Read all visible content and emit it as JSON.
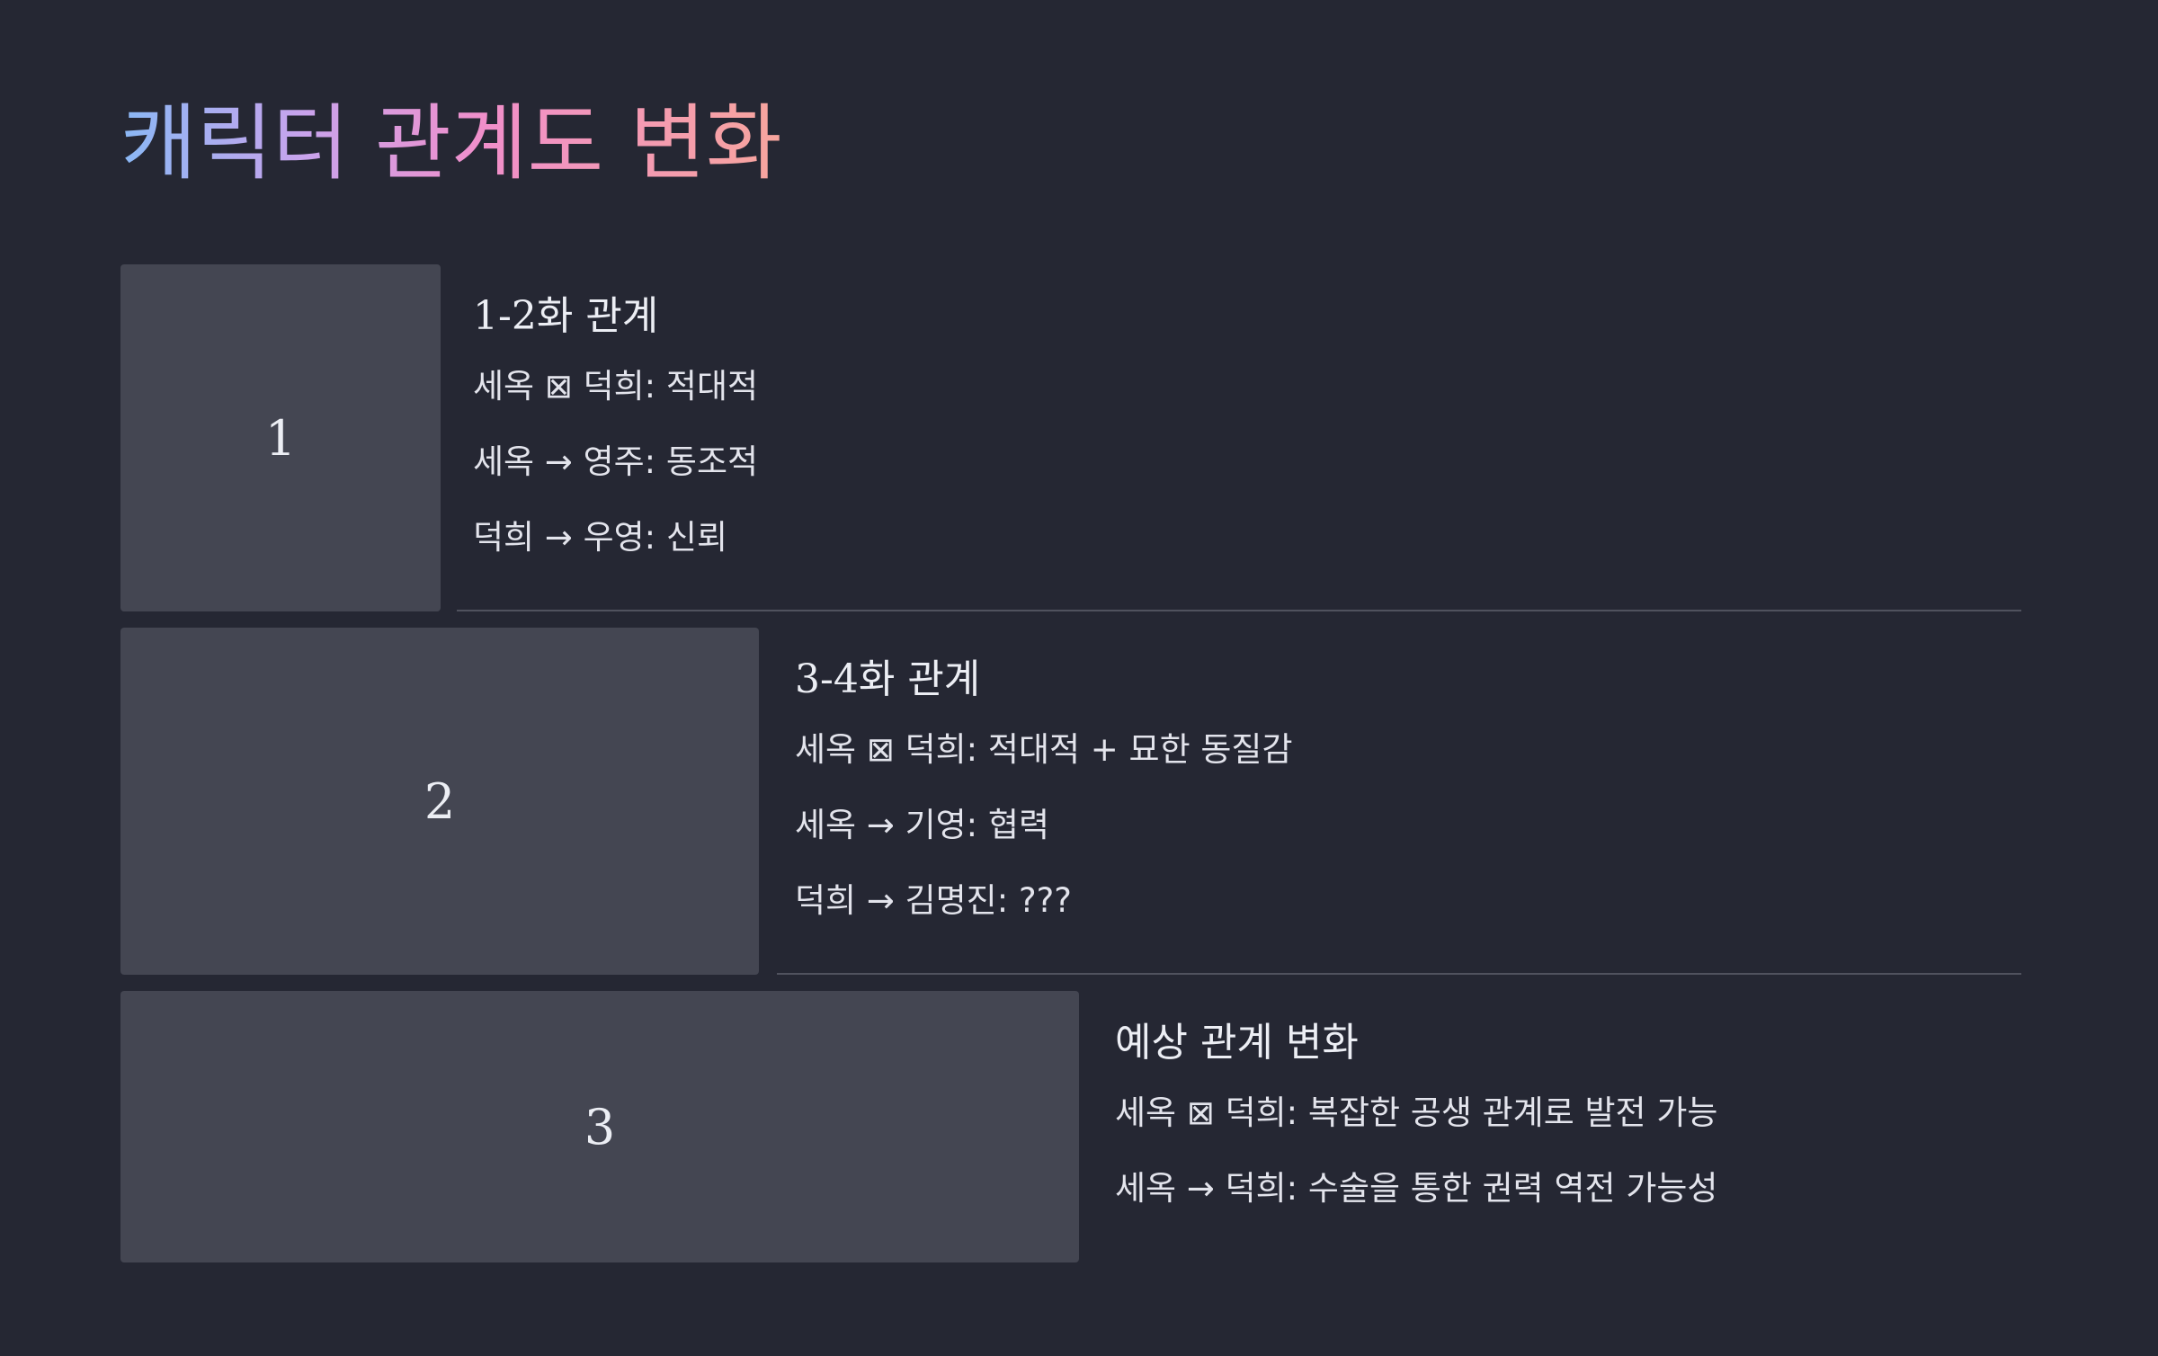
{
  "title": "캐릭터 관계도 변화",
  "steps": [
    {
      "number": "1",
      "title": "1-2화 관계",
      "relations": [
        "세옥 ⊠ 덕희: 적대적",
        "세옥 → 영주: 동조적",
        "덕희 → 우영: 신뢰"
      ]
    },
    {
      "number": "2",
      "title": "3-4화 관계",
      "relations": [
        "세옥 ⊠ 덕희: 적대적 + 묘한 동질감",
        "세옥 → 기영: 협력",
        "덕희 → 김명진: ???"
      ]
    },
    {
      "number": "3",
      "title": "예상 관계 변화",
      "relations": [
        "세옥 ⊠ 덕희: 복잡한 공생 관계로 발전 가능",
        "세옥 → 덕희: 수술을 통한 권력 역전 가능성"
      ]
    }
  ],
  "colors": {
    "background": "#252733",
    "box": "#444652",
    "divider": "#50525e",
    "title_gradient": [
      "#8ab8f5",
      "#c9a3ec",
      "#f08fca",
      "#f7a59d"
    ]
  }
}
